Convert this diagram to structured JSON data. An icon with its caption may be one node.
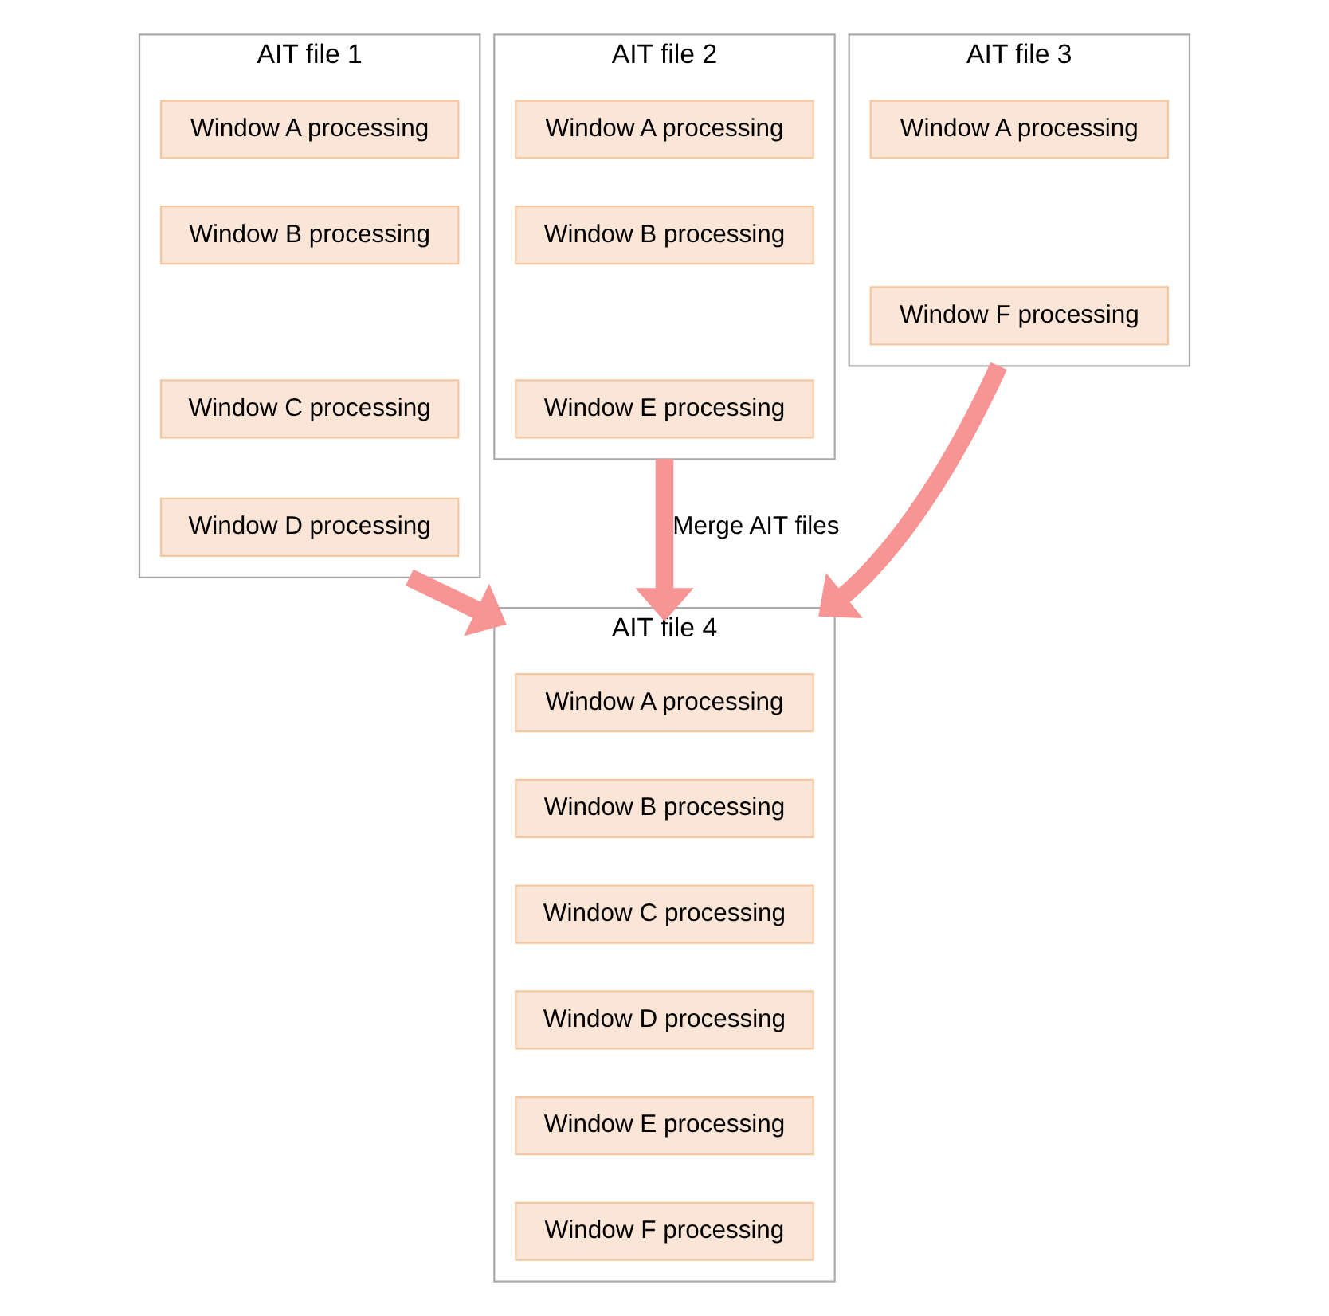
{
  "diagram": {
    "nodes": [
      {
        "text": [
          "AIT file 1"
        ]
      },
      {
        "text": [
          "Window A processing"
        ],
        "in": 0
      },
      {
        "text": [
          "Window B processing"
        ],
        "in": 0
      },
      {
        "text": [
          "Window C processing"
        ],
        "in": 0
      },
      {
        "text": [
          "Window D processing"
        ],
        "in": 0
      },
      {
        "text": [
          "AIT file 2"
        ]
      },
      {
        "text": [
          "Window A processing"
        ],
        "in": 5
      },
      {
        "text": [
          "Window B processing"
        ],
        "in": 5
      },
      {
        "text": [
          "Window E processing"
        ],
        "in": 5
      },
      {
        "text": [
          "AIT file 3"
        ]
      },
      {
        "text": [
          "Window A processing"
        ],
        "in": 9
      },
      {
        "text": [
          "Window F processing"
        ],
        "in": 9
      },
      {
        "text": [
          "AIT file 4"
        ]
      },
      {
        "text": [
          "Window A processing"
        ],
        "in": 12
      },
      {
        "text": [
          "Window B processing"
        ],
        "in": 12
      },
      {
        "text": [
          "Window C processing"
        ],
        "in": 12
      },
      {
        "text": [
          "Window D processing"
        ],
        "in": 12
      },
      {
        "text": [
          "Window E processing"
        ],
        "in": 12
      },
      {
        "text": [
          "Window F processing"
        ],
        "in": 12
      }
    ],
    "edges": [
      {
        "from": 0,
        "to": 12,
        "arrow": "to"
      },
      {
        "from": 5,
        "to": 12,
        "arrow": "to",
        "label": "Merge AIT files"
      },
      {
        "from": 9,
        "to": 12,
        "arrow": "to"
      }
    ]
  }
}
